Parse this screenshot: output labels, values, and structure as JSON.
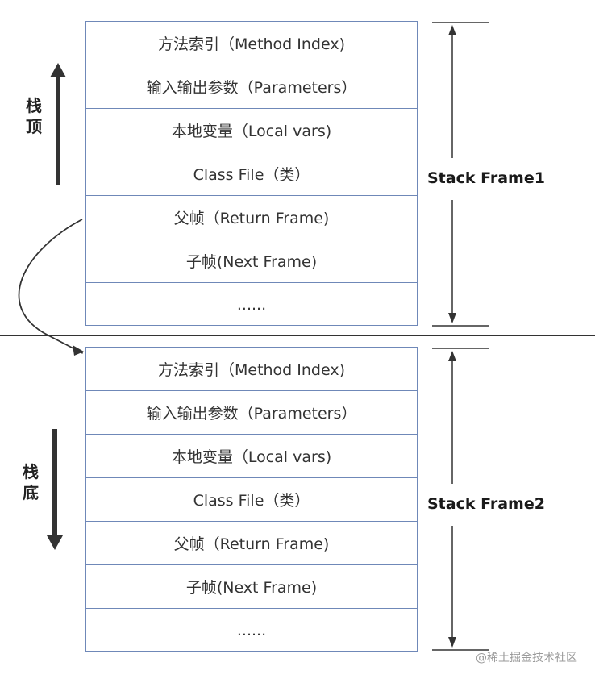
{
  "frames": [
    {
      "label": "Stack Frame1",
      "rows": [
        "方法索引（Method Index)",
        "输入输出参数（Parameters）",
        "本地变量（Local vars)",
        "Class File（类）",
        "父帧（Return Frame)",
        "子帧(Next Frame)",
        "......"
      ]
    },
    {
      "label": "Stack Frame2",
      "rows": [
        "方法索引（Method Index)",
        "输入输出参数（Parameters）",
        "本地变量（Local vars)",
        "Class File（类）",
        "父帧（Return Frame)",
        "子帧(Next Frame)",
        "......"
      ]
    }
  ],
  "stack_top_label": "栈顶",
  "stack_bottom_label": "栈底",
  "watermark": "@稀土掘金技术社区",
  "colors": {
    "cell_border": "#6f88b8",
    "arrow": "#333333"
  }
}
